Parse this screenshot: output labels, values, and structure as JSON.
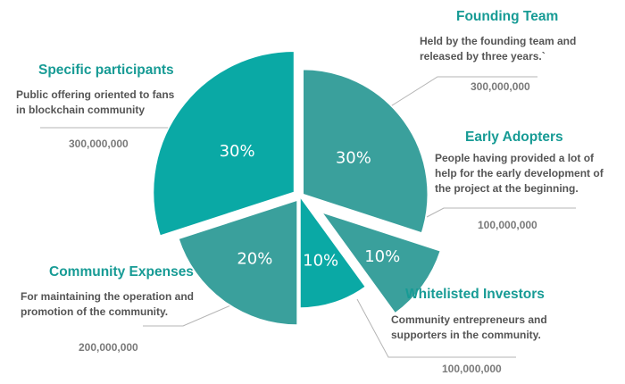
{
  "colors": {
    "accent": "#179b95",
    "slice_dark": "#0aa9a5",
    "slice_medium": "#3aa09c",
    "leader_line": "#b4b4b4"
  },
  "chart_data": {
    "type": "pie",
    "exploded": true,
    "slices": [
      {
        "key": "founding",
        "label": "Founding Team",
        "value": 30,
        "value_label": "30%",
        "description": "Held by the founding team and\nreleased by three years.`",
        "amount": "300,000,000",
        "color": "#3aa09c"
      },
      {
        "key": "early",
        "label": "Early Adopters",
        "value": 10,
        "value_label": "10%",
        "description": "People having provided a lot of\nhelp for the early development of\nthe project at the beginning.",
        "amount": "100,000,000",
        "color": "#3aa09c"
      },
      {
        "key": "whitelist",
        "label": "Whitelisted Investors",
        "value": 10,
        "value_label": "10%",
        "description": "Community entrepreneurs and\nsupporters in the community.",
        "amount": "100,000,000",
        "color": "#0aa9a5"
      },
      {
        "key": "community",
        "label": "Community Expenses",
        "value": 20,
        "value_label": "20%",
        "description": "For maintaining the operation and\npromotion of the community.",
        "amount": "200,000,000",
        "color": "#3aa09c"
      },
      {
        "key": "specific",
        "label": "Specific participants",
        "value": 30,
        "value_label": "30%",
        "description": "Public offering oriented to fans\nin blockchain community",
        "amount": "300,000,000",
        "color": "#0aa9a5"
      }
    ]
  }
}
